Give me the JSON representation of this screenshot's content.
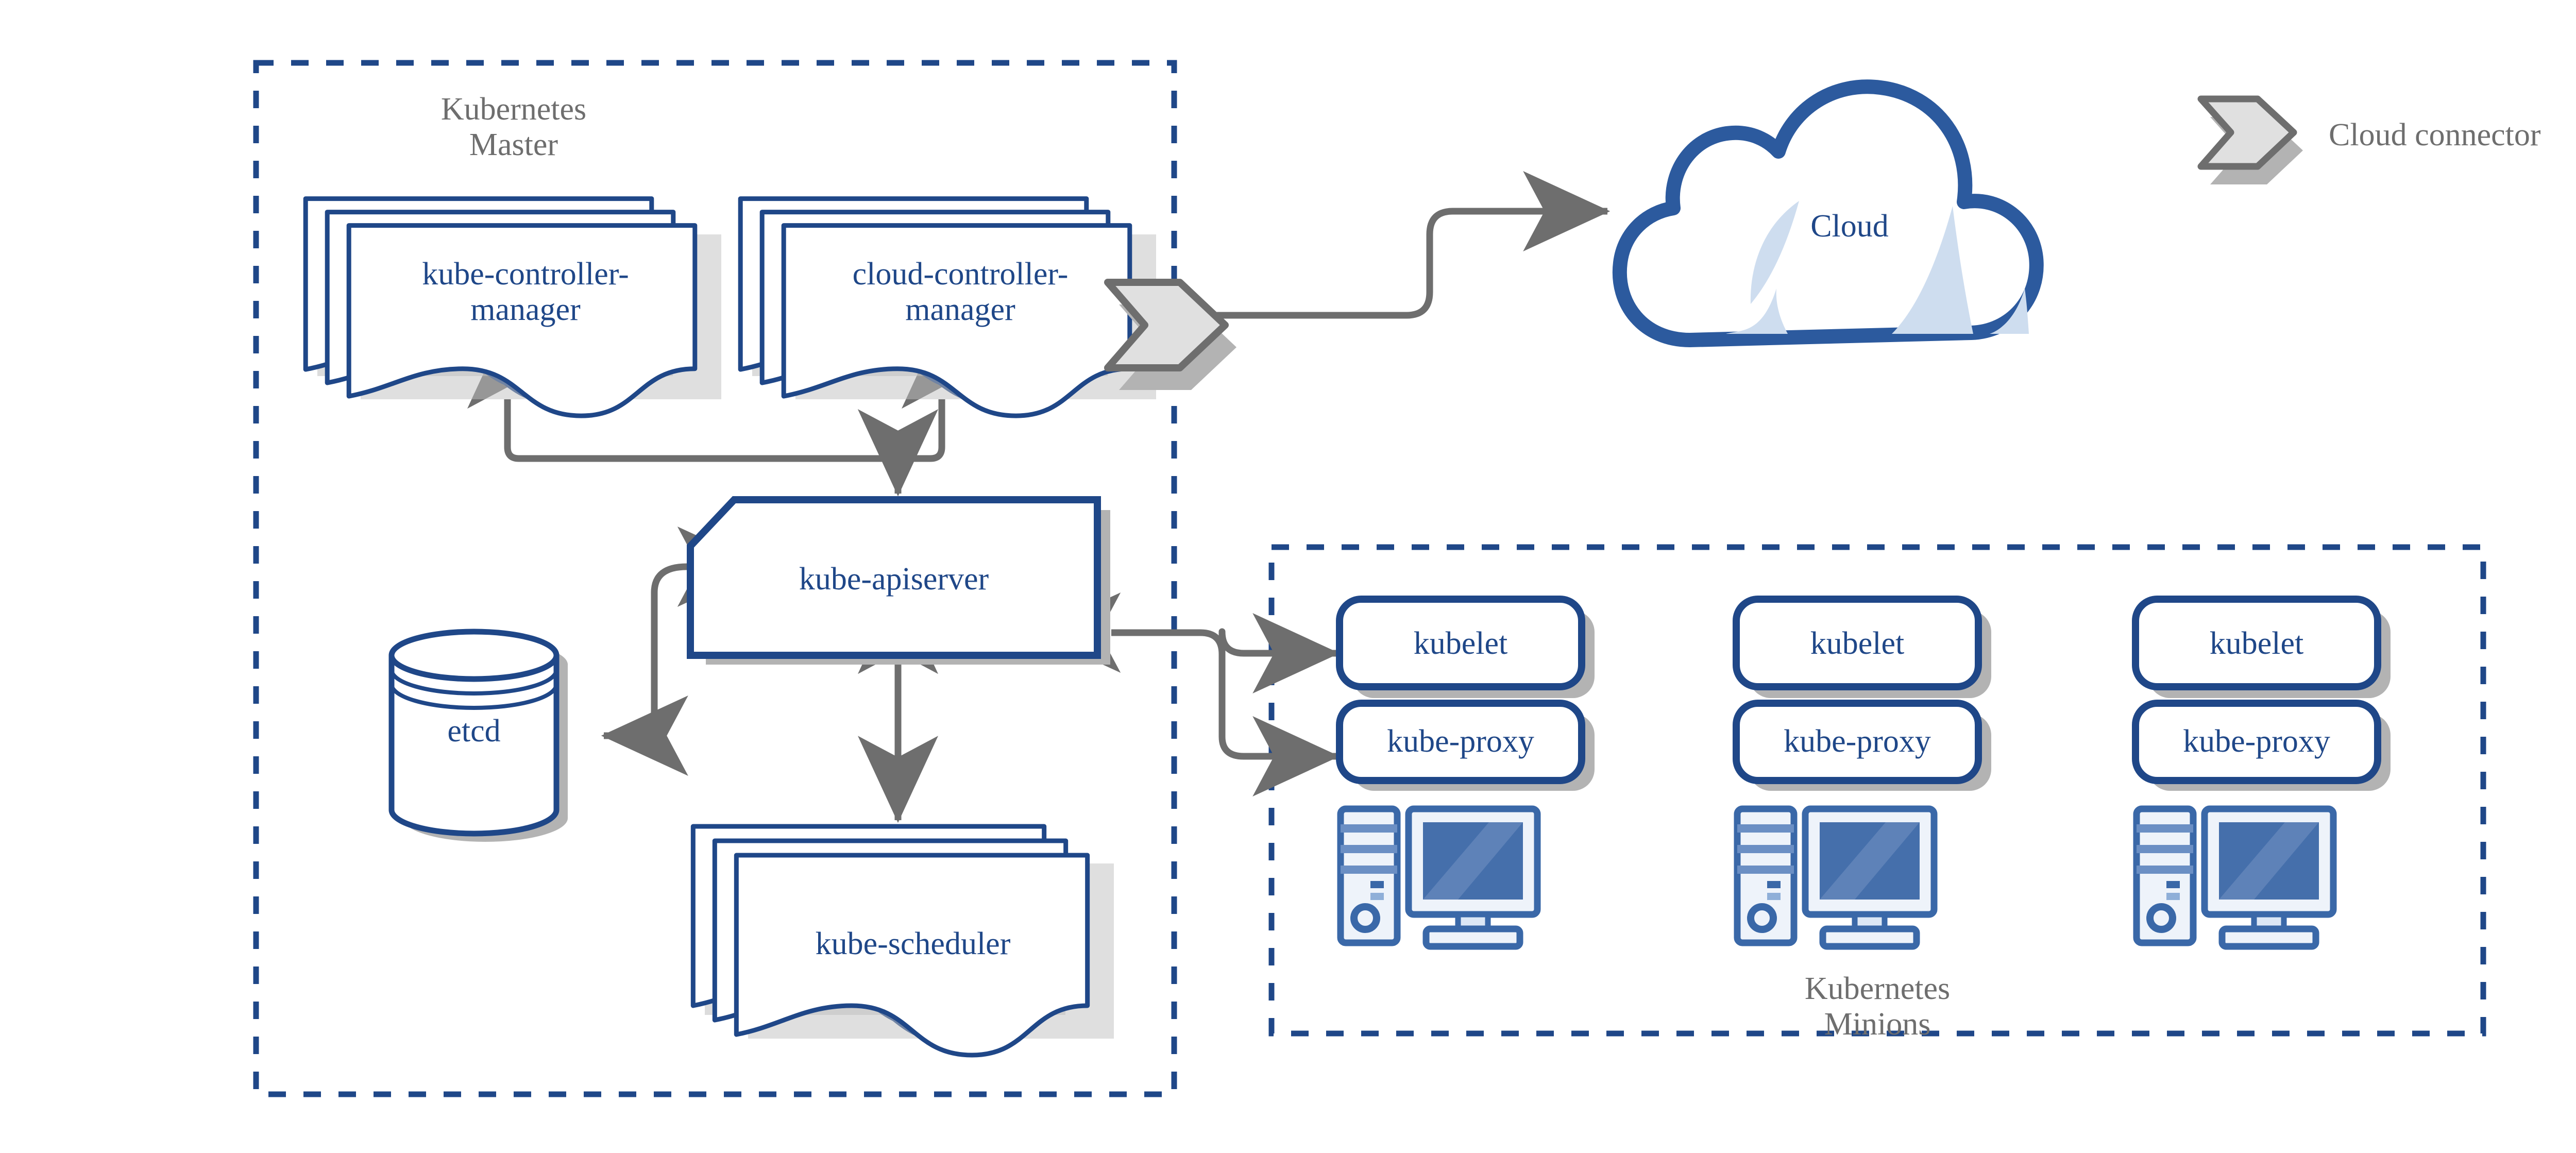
{
  "diagram": {
    "title": "Kubernetes architecture",
    "colors": {
      "node_blue": "#1F4788",
      "outline_blue": "#2C5A9E",
      "light_blue_fill": "#CEDDEF",
      "screen_blue": "#456FAB",
      "connector_gray": "#6E6E6E",
      "shadow_gray": "#B3B3B3",
      "connector_fill": "#E0E0E0",
      "group_label_gray": "#6E6E6E",
      "background": "#FFFFFF"
    }
  },
  "groups": [
    {
      "id": "master",
      "label": "Kubernetes\nMaster",
      "border_style": "dashed",
      "border_color": "#1F4788"
    },
    {
      "id": "minions",
      "label": "Kubernetes\nMinions",
      "border_style": "dashed",
      "border_color": "#1F4788"
    }
  ],
  "master_nodes": [
    {
      "id": "kube-controller-manager",
      "label": "kube-controller-\nmanager",
      "shape": "document-stack"
    },
    {
      "id": "cloud-controller-manager",
      "label": "cloud-controller-\nmanager",
      "shape": "document-stack"
    },
    {
      "id": "kube-apiserver",
      "label": "kube-apiserver",
      "shape": "cut-corner-box"
    },
    {
      "id": "etcd",
      "label": "etcd",
      "shape": "cylinder"
    },
    {
      "id": "kube-scheduler",
      "label": "kube-scheduler",
      "shape": "document-stack"
    }
  ],
  "cloud": {
    "id": "cloud",
    "label": "Cloud",
    "shape": "cloud"
  },
  "minion_nodes": [
    {
      "id": "minion-1",
      "kubelet": "kubelet",
      "kube_proxy": "kube-proxy",
      "icon": "computer-icon"
    },
    {
      "id": "minion-2",
      "kubelet": "kubelet",
      "kube_proxy": "kube-proxy",
      "icon": "computer-icon"
    },
    {
      "id": "minion-3",
      "kubelet": "kubelet",
      "kube_proxy": "kube-proxy",
      "icon": "computer-icon"
    }
  ],
  "legend": {
    "icon": "cloud-connector-icon",
    "label": "Cloud connector"
  },
  "connector_badges": [
    {
      "id": "cloud-connector-on-ccm",
      "icon": "cloud-connector-icon"
    }
  ],
  "edges": [
    {
      "from": "kube-controller-manager",
      "to": "kube-apiserver",
      "arrow": "double"
    },
    {
      "from": "cloud-controller-manager",
      "to": "kube-apiserver",
      "arrow": "double"
    },
    {
      "from": "kube-apiserver",
      "to": "etcd",
      "arrow": "double"
    },
    {
      "from": "kube-apiserver",
      "to": "kube-scheduler",
      "arrow": "double"
    },
    {
      "from": "cloud-connector-on-ccm",
      "to": "cloud",
      "arrow": "single"
    },
    {
      "from": "kube-apiserver",
      "to": "minion-1",
      "arrow": "double"
    }
  ]
}
